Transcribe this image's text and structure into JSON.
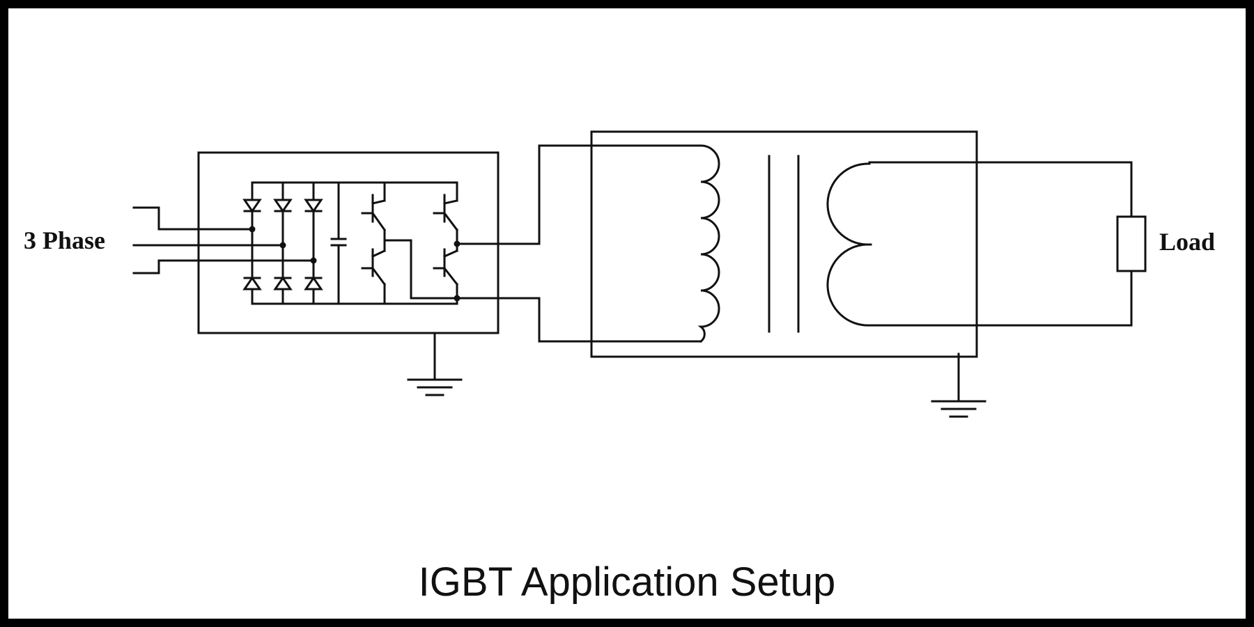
{
  "diagram": {
    "input_label": "3 Phase",
    "output_label": "Load",
    "caption": "IGBT Application Setup"
  },
  "icons": [
    "diode-icon",
    "capacitor-icon",
    "igbt-icon",
    "transformer-icon",
    "resistor-icon",
    "ground-icon"
  ]
}
